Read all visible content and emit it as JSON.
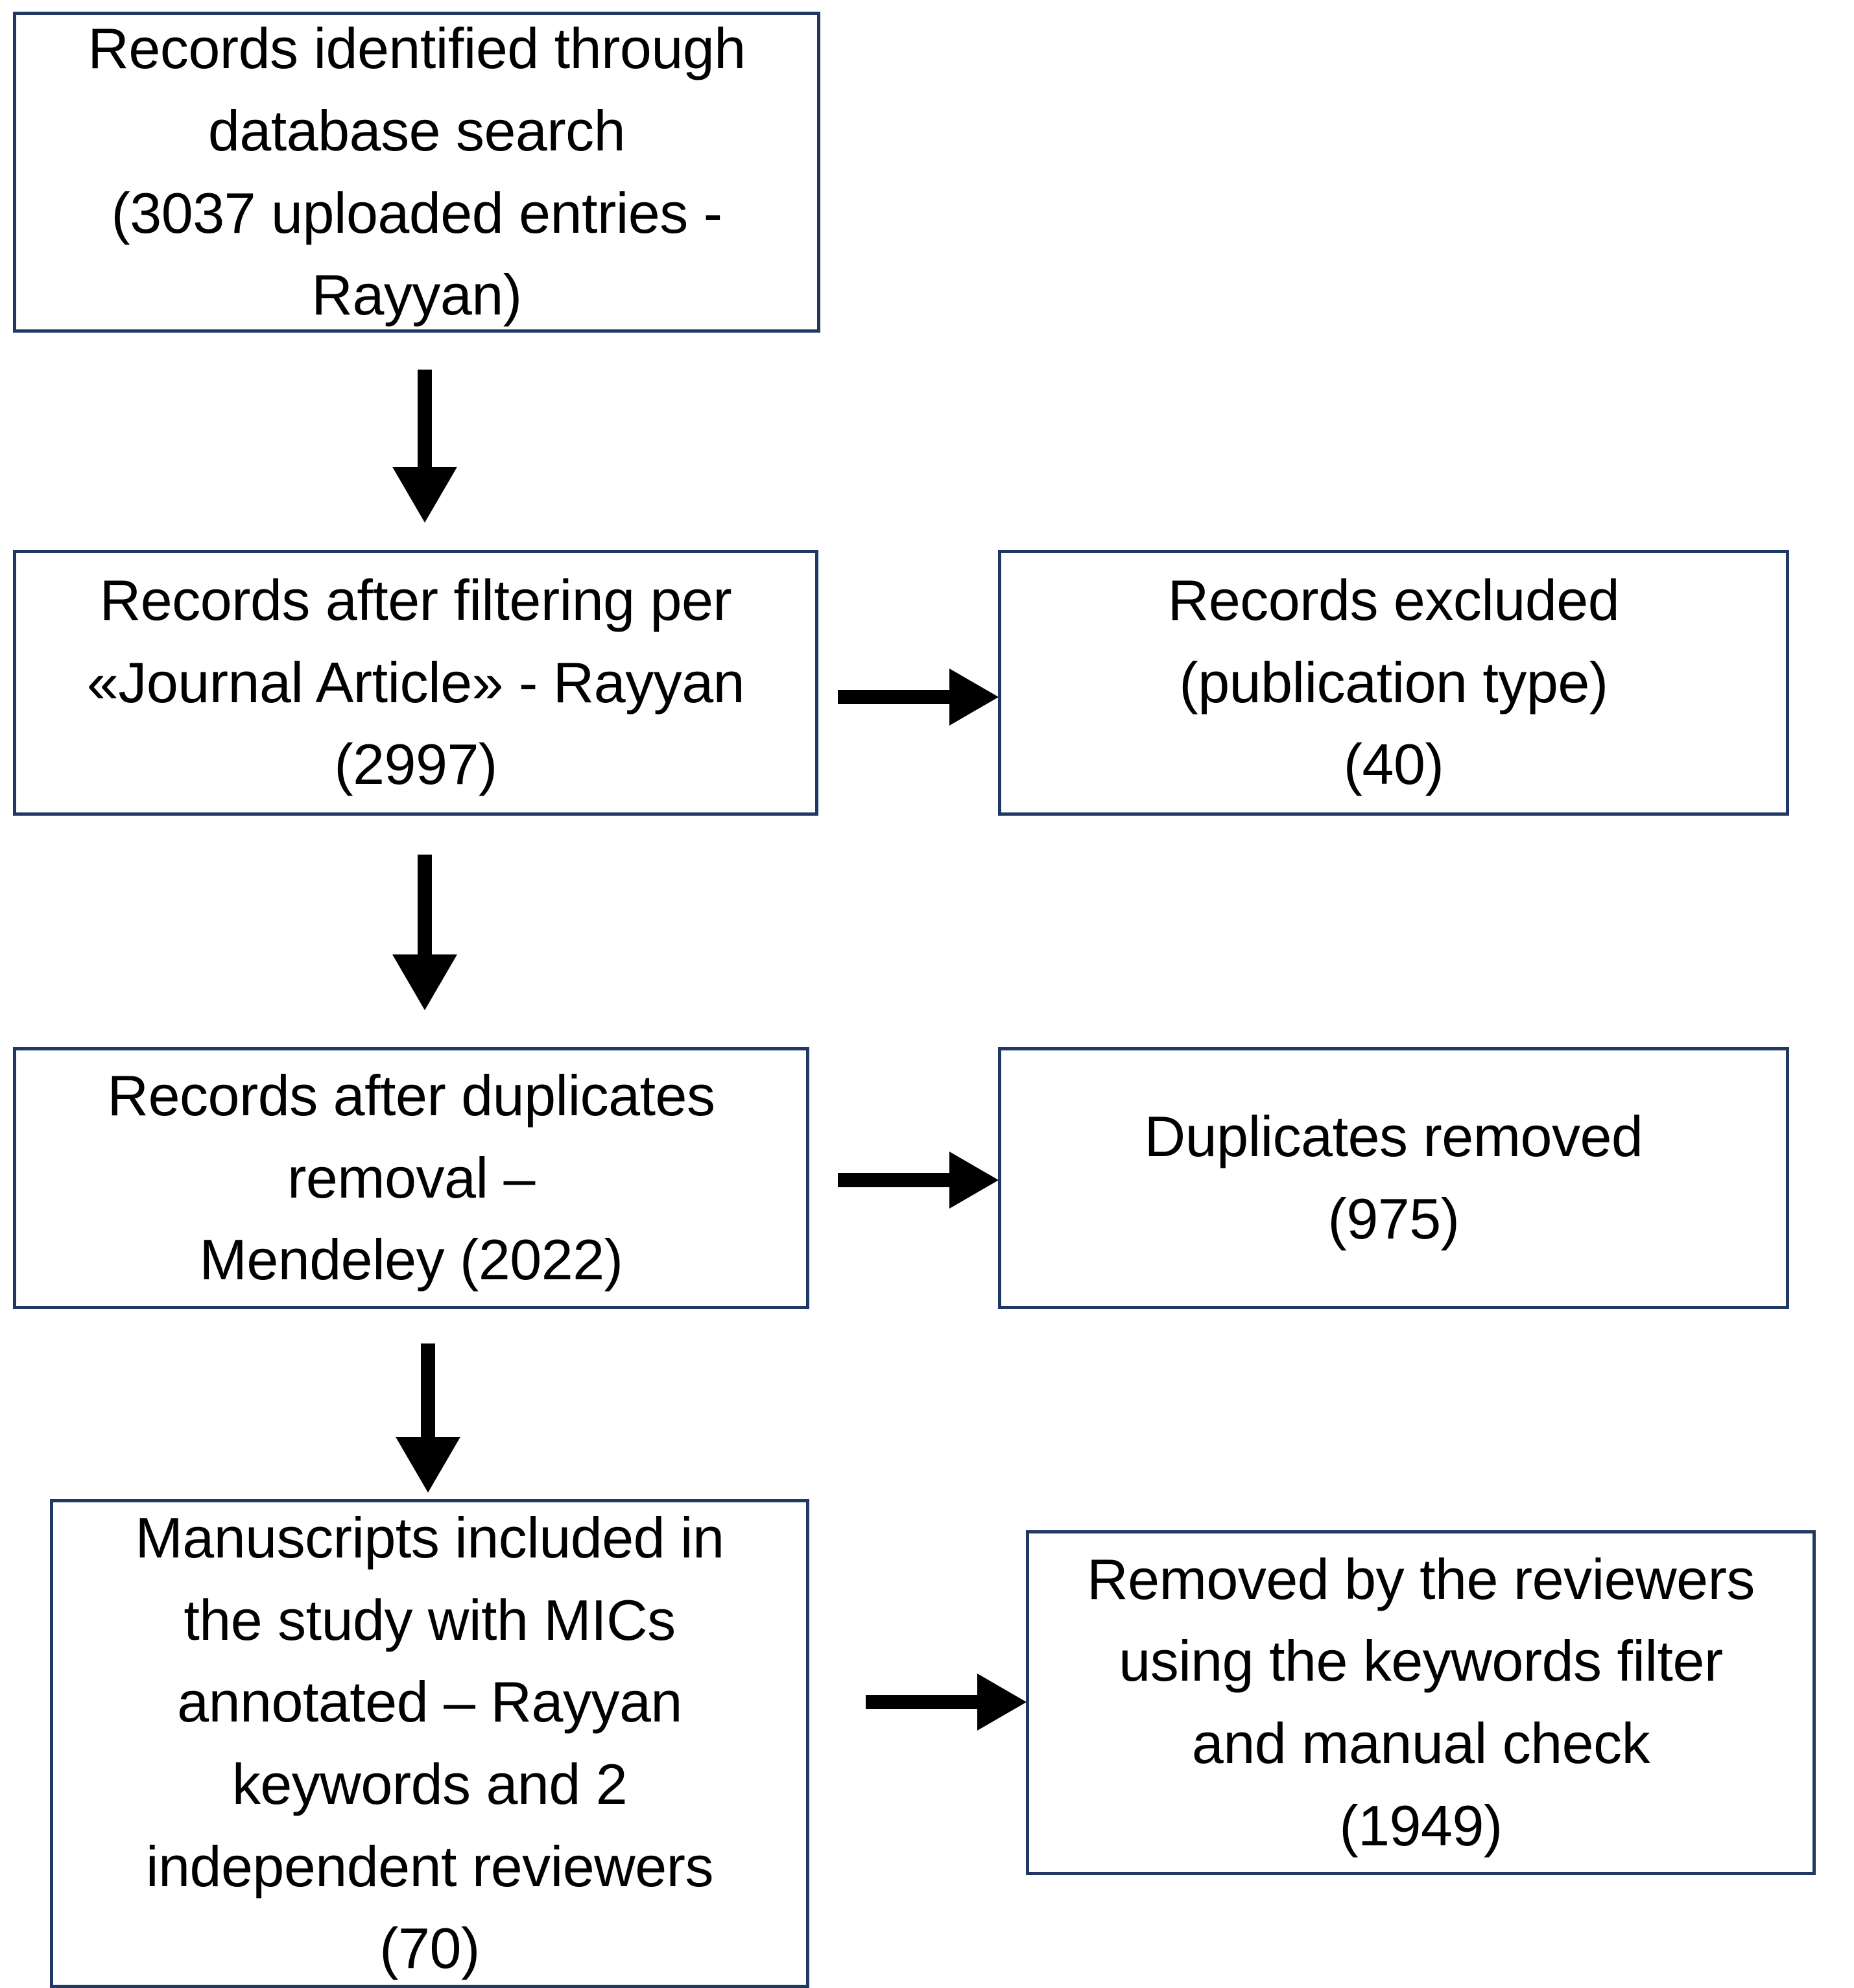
{
  "diagram": {
    "type": "flowchart",
    "title": "PRISMA record screening flow",
    "border_color": "#1F3864",
    "arrow_color": "#000000",
    "background": "#FFFFFF",
    "nodes": [
      {
        "id": "records-identified",
        "text": "Records identified through\ndatabase search\n(3037 uploaded entries -\nRayyan)",
        "count": 3037,
        "column": "left",
        "row": 1
      },
      {
        "id": "records-after-filtering",
        "text": "Records after filtering per\n«Journal Article» - Rayyan\n(2997)",
        "count": 2997,
        "column": "left",
        "row": 2
      },
      {
        "id": "records-excluded",
        "text": "Records excluded\n(publication type)\n(40)",
        "count": 40,
        "column": "right",
        "row": 2
      },
      {
        "id": "records-after-duplicates",
        "text": "Records after duplicates\nremoval –\nMendeley (2022)",
        "count": 2022,
        "column": "left",
        "row": 3
      },
      {
        "id": "duplicates-removed",
        "text": "Duplicates removed\n(975)",
        "count": 975,
        "column": "right",
        "row": 3
      },
      {
        "id": "manuscripts-included",
        "text": "Manuscripts included in\nthe study with MICs\nannotated – Rayyan\nkeywords and 2\nindependent reviewers\n(70)",
        "count": 70,
        "column": "left",
        "row": 4
      },
      {
        "id": "removed-by-reviewers",
        "text": "Removed by the reviewers\nusing the keywords filter\nand manual check\n(1949)",
        "count": 1949,
        "column": "right",
        "row": 4
      }
    ],
    "edges": [
      {
        "id": "edge-1",
        "from": "records-identified",
        "to": "records-after-filtering",
        "direction": "down"
      },
      {
        "id": "edge-2",
        "from": "records-after-filtering",
        "to": "records-excluded",
        "direction": "right"
      },
      {
        "id": "edge-3",
        "from": "records-after-filtering",
        "to": "records-after-duplicates",
        "direction": "down"
      },
      {
        "id": "edge-4",
        "from": "records-after-duplicates",
        "to": "duplicates-removed",
        "direction": "right"
      },
      {
        "id": "edge-5",
        "from": "records-after-duplicates",
        "to": "manuscripts-included",
        "direction": "down"
      },
      {
        "id": "edge-6",
        "from": "manuscripts-included",
        "to": "removed-by-reviewers",
        "direction": "right"
      }
    ]
  }
}
